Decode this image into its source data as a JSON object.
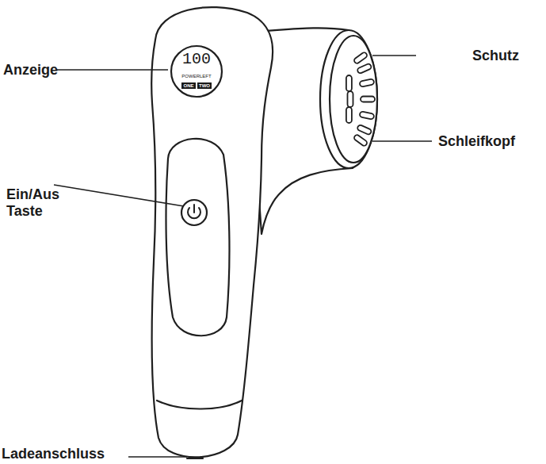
{
  "diagram": {
    "labels": [
      "Anzeige",
      "100",
      "POWERLEFT",
      "ONE",
      "TWO",
      "Schutz",
      "Schleifkopf",
      "Ein/Aus Taste",
      "Ladeanschluss"
    ]
  }
}
